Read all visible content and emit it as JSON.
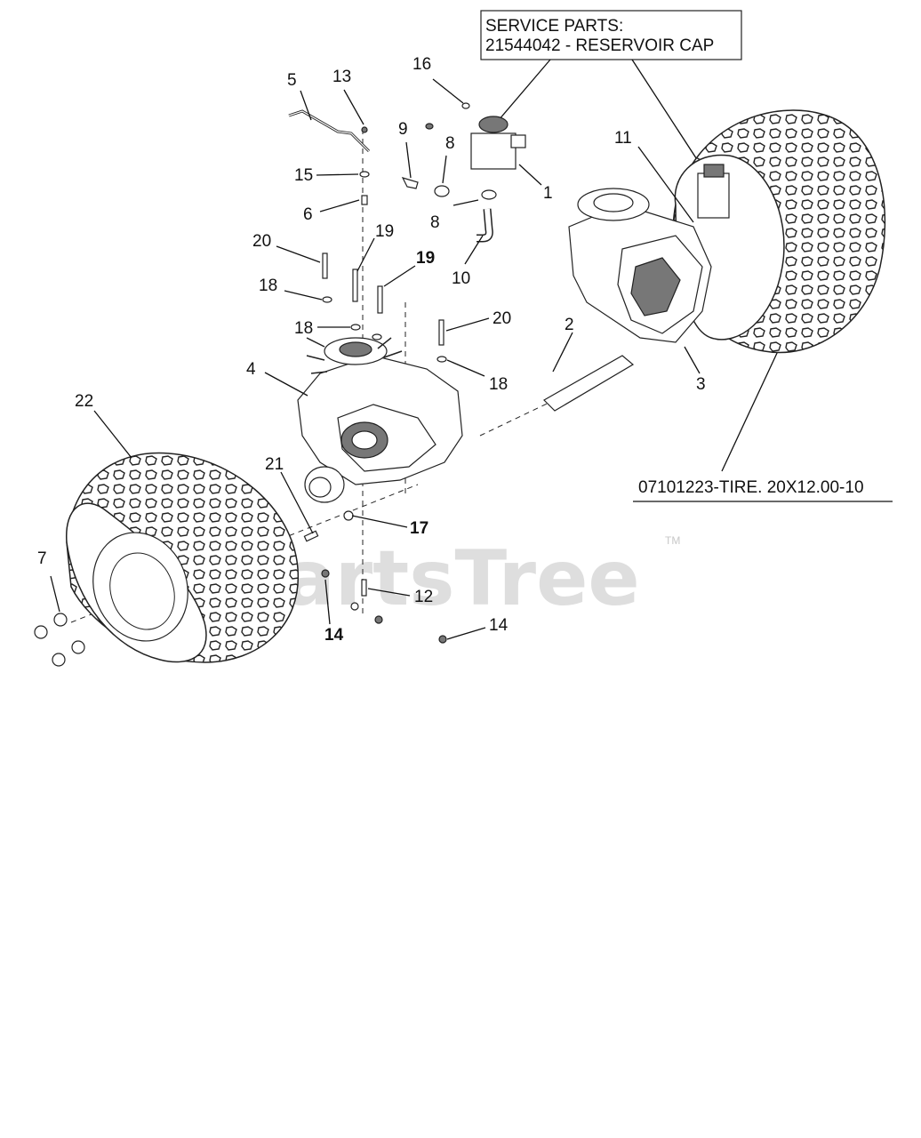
{
  "service_box": {
    "line1": "SERVICE PARTS:",
    "line2": "21544042 - RESERVOIR CAP"
  },
  "tire_note": "07101223-TIRE. 20X12.00-10",
  "watermark": {
    "text": "PartsTree",
    "trademark": "TM"
  },
  "callouts": {
    "c1": "1",
    "c2": "2",
    "c3": "3",
    "c4": "4",
    "c5": "5",
    "c6": "6",
    "c7": "7",
    "c8a": "8",
    "c8b": "8",
    "c9": "9",
    "c10": "10",
    "c11": "11",
    "c12": "12",
    "c13": "13",
    "c14a": "14",
    "c14b": "14",
    "c15": "15",
    "c16": "16",
    "c17": "17",
    "c18a": "18",
    "c18b": "18",
    "c18c": "18",
    "c19a": "19",
    "c19b": "19",
    "c20a": "20",
    "c20b": "20",
    "c21": "21",
    "c22": "22"
  }
}
